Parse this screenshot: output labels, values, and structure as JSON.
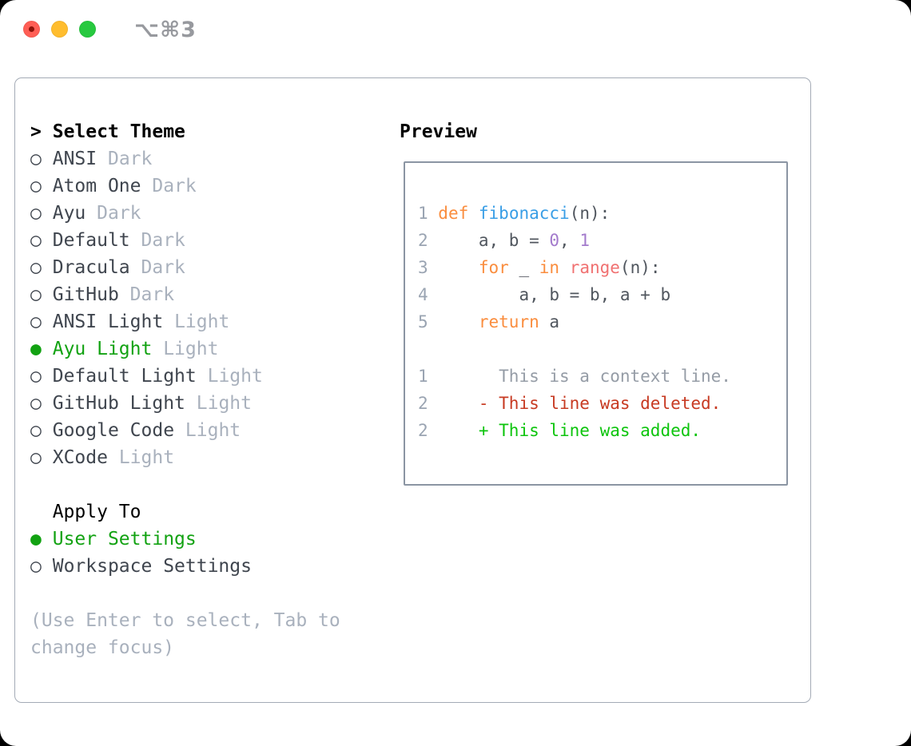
{
  "titlebar": {
    "shortcut": "⌥⌘3"
  },
  "theme_list": {
    "header_marker": ">",
    "header": "Select Theme",
    "marker_unselected": "○",
    "marker_selected": "●",
    "items": [
      {
        "name": "ANSI",
        "tag": "Dark",
        "selected": false
      },
      {
        "name": "Atom One",
        "tag": "Dark",
        "selected": false
      },
      {
        "name": "Ayu",
        "tag": "Dark",
        "selected": false
      },
      {
        "name": "Default",
        "tag": "Dark",
        "selected": false
      },
      {
        "name": "Dracula",
        "tag": "Dark",
        "selected": false
      },
      {
        "name": "GitHub",
        "tag": "Dark",
        "selected": false
      },
      {
        "name": "ANSI Light",
        "tag": "Light",
        "selected": false
      },
      {
        "name": "Ayu Light",
        "tag": "Light",
        "selected": true
      },
      {
        "name": "Default Light",
        "tag": "Light",
        "selected": false
      },
      {
        "name": "GitHub Light",
        "tag": "Light",
        "selected": false
      },
      {
        "name": "Google Code",
        "tag": "Light",
        "selected": false
      },
      {
        "name": "XCode",
        "tag": "Light",
        "selected": false
      }
    ]
  },
  "apply_to": {
    "header": "Apply To",
    "options": [
      {
        "label": "User Settings",
        "selected": true
      },
      {
        "label": "Workspace Settings",
        "selected": false
      }
    ]
  },
  "hint": "(Use Enter to select, Tab to change focus)",
  "preview": {
    "header": "Preview",
    "code_lines": [
      [
        [
          "ln",
          "1 "
        ],
        [
          "kw",
          "def"
        ],
        [
          "fg",
          " "
        ],
        [
          "fn",
          "fibonacci"
        ],
        [
          "fg",
          "(n):"
        ]
      ],
      [
        [
          "ln",
          "2 "
        ],
        [
          "fg",
          "    a, b = "
        ],
        [
          "num",
          "0"
        ],
        [
          "fg",
          ", "
        ],
        [
          "num",
          "1"
        ]
      ],
      [
        [
          "ln",
          "3 "
        ],
        [
          "fg",
          "    "
        ],
        [
          "kw",
          "for"
        ],
        [
          "fg",
          " _ "
        ],
        [
          "kw",
          "in"
        ],
        [
          "fg",
          " "
        ],
        [
          "call",
          "range"
        ],
        [
          "fg",
          "(n):"
        ]
      ],
      [
        [
          "ln",
          "4 "
        ],
        [
          "fg",
          "        a, b = b, a + b"
        ]
      ],
      [
        [
          "ln",
          "5 "
        ],
        [
          "fg",
          "    "
        ],
        [
          "kw",
          "return"
        ],
        [
          "fg",
          " a"
        ]
      ],
      [],
      [
        [
          "ln",
          "1 "
        ],
        [
          "ctx",
          "      This is a context line."
        ]
      ],
      [
        [
          "ln",
          "2 "
        ],
        [
          "del",
          "    - This line was deleted."
        ]
      ],
      [
        [
          "ln",
          "2 "
        ],
        [
          "add",
          "    + This line was added."
        ]
      ]
    ]
  },
  "colors": {
    "keyword": "#FA8D3E",
    "function_name": "#399EE6",
    "number": "#A37ACC",
    "builtin": "#F07171",
    "code_fg": "#50565E",
    "line_number": "#9AA4B2",
    "context": "#959CA6",
    "deleted": "#C73A22",
    "added": "#0DC40D",
    "selected_green": "#12A212",
    "item_fg": "#3F454E",
    "muted": "#A9B1BD",
    "header": "#000000",
    "panel_border": "#A4ABB6",
    "preview_border": "#8B95A3",
    "traffic_red": "#FF5E55",
    "traffic_red_dot": "#8E1209",
    "traffic_yellow": "#FFBD2E",
    "traffic_green": "#27C93F",
    "title_fg": "#97999E"
  }
}
